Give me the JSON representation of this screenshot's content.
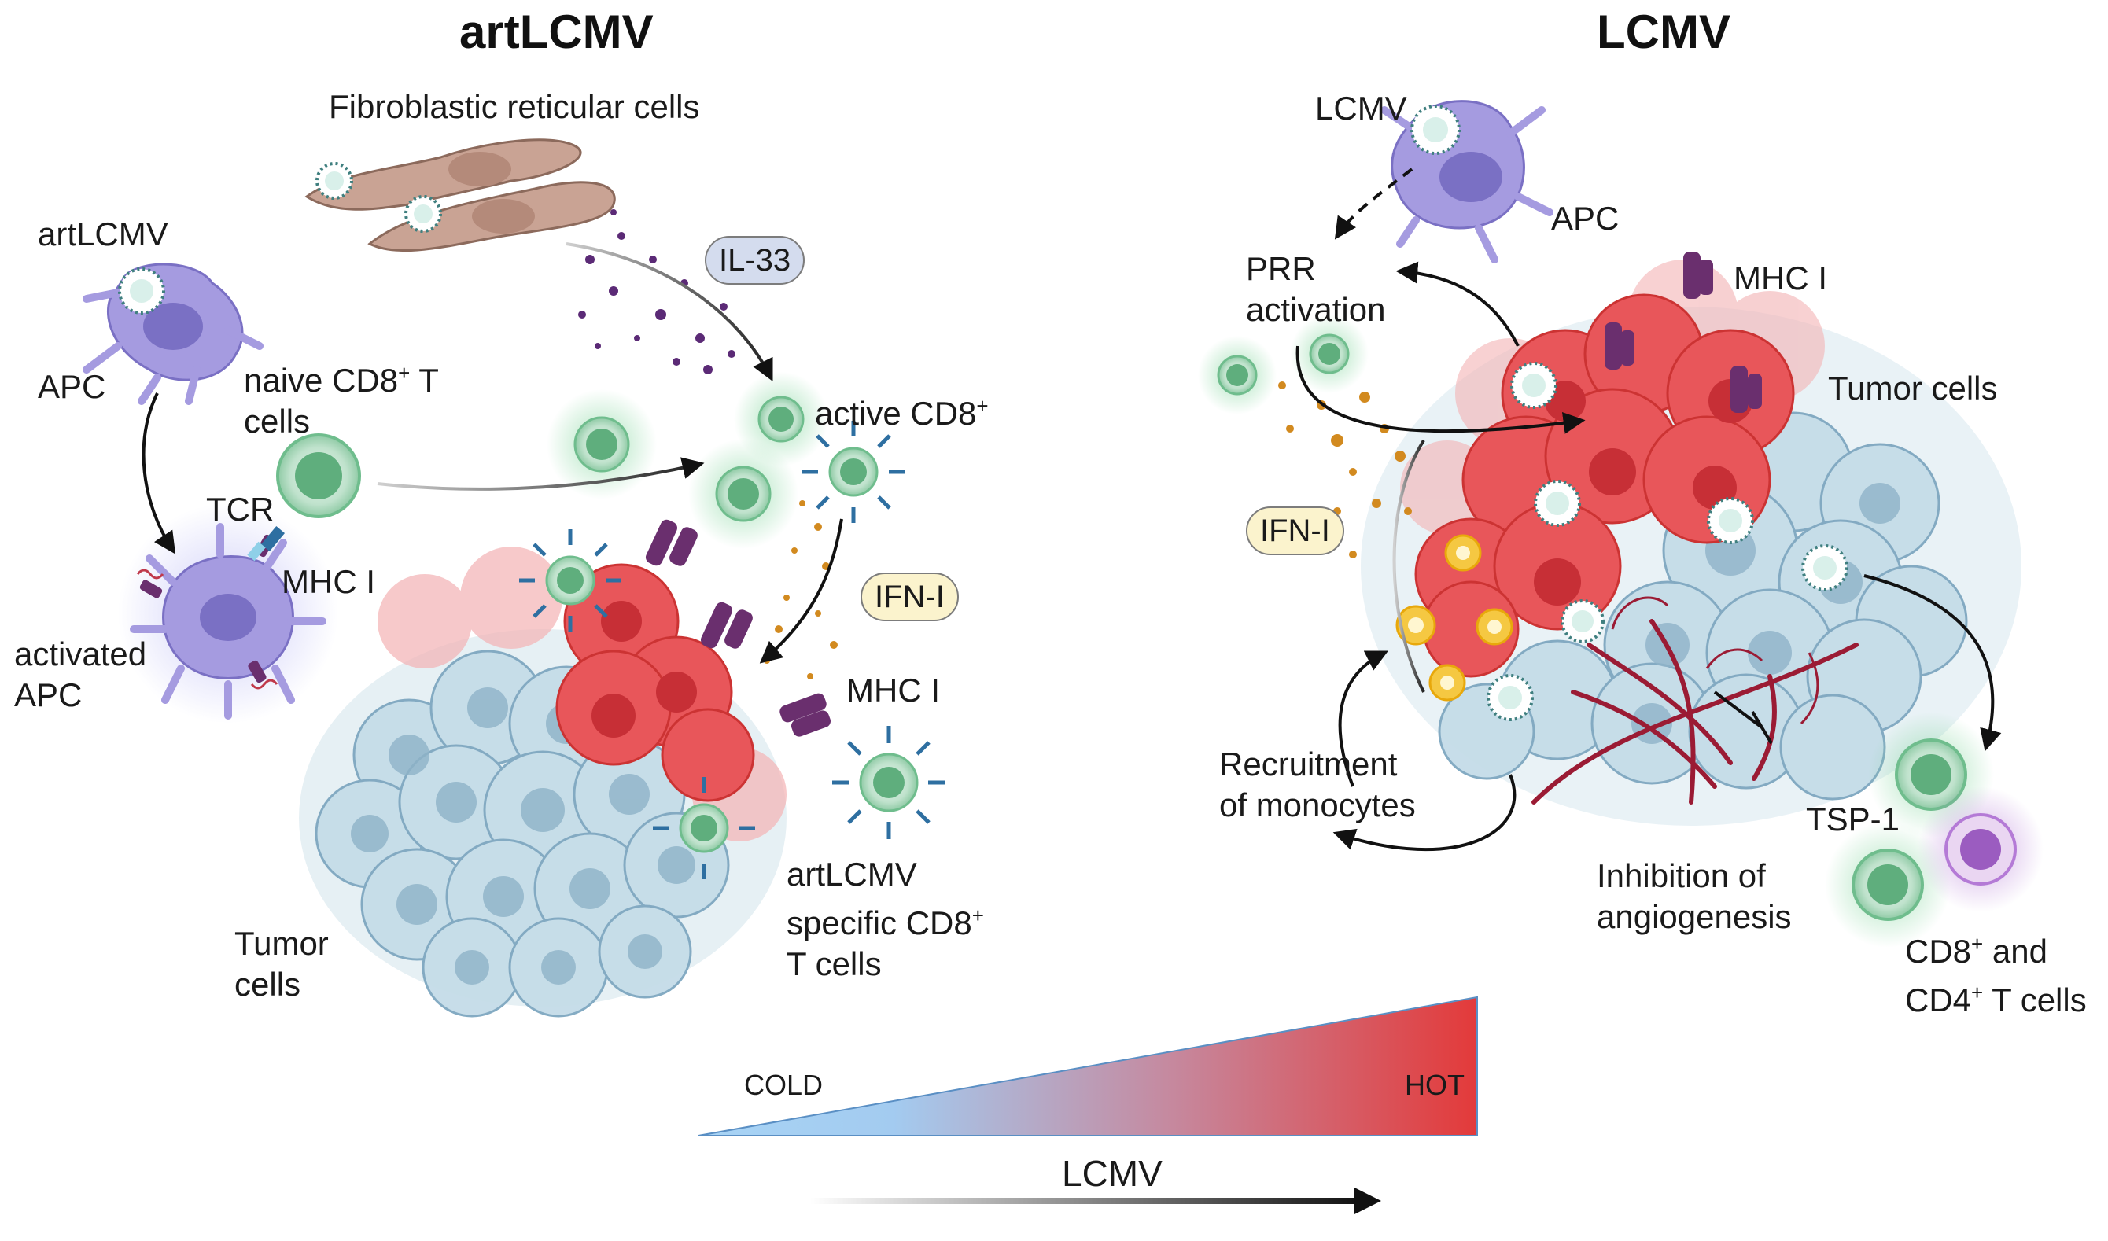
{
  "left_panel": {
    "title": "artLCMV",
    "labels": {
      "frc": "Fibroblastic reticular cells",
      "artlcmv": "artLCMV",
      "apc": "APC",
      "naive_1": "naive CD8",
      "naive_sup": "+",
      "naive_1b": " T",
      "naive_2": "cells",
      "tcr": "TCR",
      "mhc_left": "MHC I",
      "activated_1": "activated",
      "activated_2": "APC",
      "active_cd8": "active CD8",
      "active_cd8_sup": "+",
      "il33": "IL-33",
      "ifn": "IFN-I",
      "mhc_tumor": "MHC I",
      "specific_1": "artLCMV",
      "specific_2": "specific CD8",
      "specific_2_sup": "+",
      "specific_3": "T cells",
      "tumor_1": "Tumor",
      "tumor_2": "cells"
    }
  },
  "right_panel": {
    "title": "LCMV",
    "labels": {
      "lcmv": "LCMV",
      "apc": "APC",
      "prr_1": "PRR",
      "prr_2": "activation",
      "mhc": "MHC I",
      "tumor": "Tumor cells",
      "ifn": "IFN-I",
      "recruit_1": "Recruitment",
      "recruit_2": "of monocytes",
      "tsp": "TSP-1",
      "angio_1": "Inhibition of",
      "angio_2": "angiogenesis",
      "tcells_1a": "CD8",
      "tcells_1sup": "+",
      "tcells_1b": " and",
      "tcells_2a": "CD4",
      "tcells_2sup": "+",
      "tcells_2b": " T cells"
    }
  },
  "gradient": {
    "cold": "COLD",
    "hot": "HOT",
    "arrow_label": "LCMV",
    "color_cold": "#a8d4f5",
    "color_hot": "#e33a3a"
  },
  "colors": {
    "tumor_blue": "#c5dce8",
    "tumor_red": "#e8565a",
    "t_cell_green": "#6fbd8d",
    "apc_purple": "#a59be0",
    "frc_tan": "#c9a394",
    "mhc_purple": "#6a2f6e",
    "ifn_dots": "#d28a1f",
    "il33_dots": "#5b2a76"
  },
  "icons": [
    "virus-icon",
    "t-cell-icon",
    "apc-icon",
    "mhc-receptor-icon",
    "tumor-cell-icon",
    "monocyte-icon",
    "blood-vessel-icon"
  ]
}
